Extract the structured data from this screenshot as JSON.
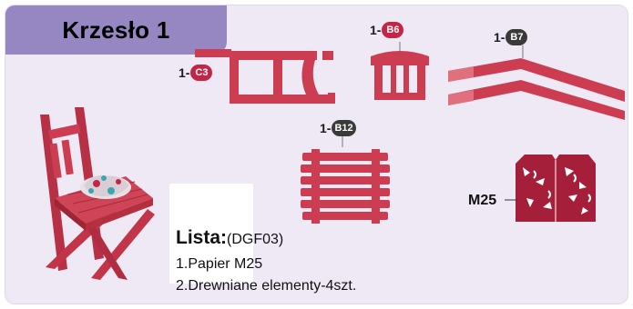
{
  "header": {
    "title": "Krzesło 1"
  },
  "parts": {
    "c3": {
      "count": "1-",
      "code": "C3",
      "color": "#c22545"
    },
    "b6": {
      "count": "1-",
      "code": "B6",
      "color": "#c22545"
    },
    "b7": {
      "count": "1-",
      "code": "B7",
      "color": "#3a3a3a"
    },
    "b12": {
      "count": "1-",
      "code": "B12",
      "color": "#3a3a3a"
    }
  },
  "paper": {
    "label": "M25"
  },
  "list": {
    "title": "Lista:",
    "code": "(DGF03)",
    "items": [
      "1.Papier M25",
      "2.Drewniane elementy-4szt."
    ]
  },
  "colors": {
    "part": "#cc3d52",
    "part_dark": "#a02a3c",
    "header": "#9687c3",
    "panel": "#efe9f5"
  }
}
